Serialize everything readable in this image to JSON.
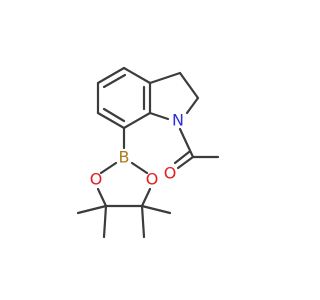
{
  "molecule": {
    "atoms": {
      "N": {
        "symbol": "N",
        "color": "#2f2fd8"
      },
      "B": {
        "symbol": "B",
        "color": "#b07a1e"
      },
      "O_carbonyl": {
        "symbol": "O",
        "color": "#e02020"
      },
      "O_ring_left": {
        "symbol": "O",
        "color": "#e02020"
      },
      "O_ring_right": {
        "symbol": "O",
        "color": "#e02020"
      }
    },
    "bond_color": "#3c3c3c"
  }
}
